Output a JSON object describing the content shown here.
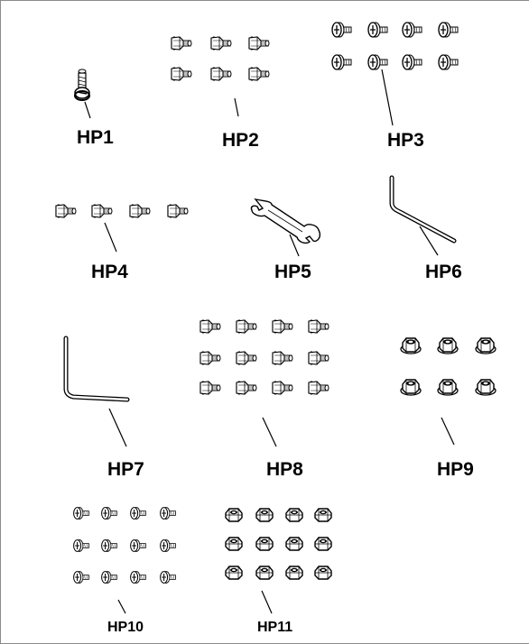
{
  "parts": [
    {
      "label": "HP1",
      "icon": "single-screw-icon",
      "depiction": "1 screw"
    },
    {
      "label": "HP2",
      "icon": "hex-bolt-icon",
      "depiction": "6 bolts"
    },
    {
      "label": "HP3",
      "icon": "phillips-screw-icon",
      "depiction": "8 screws"
    },
    {
      "label": "HP4",
      "icon": "hex-bolt-icon",
      "depiction": "4 bolts"
    },
    {
      "label": "HP5",
      "icon": "wrench-icon",
      "depiction": "1 wrench"
    },
    {
      "label": "HP6",
      "icon": "allen-key-icon",
      "depiction": "1 hex key"
    },
    {
      "label": "HP7",
      "icon": "allen-key-icon",
      "depiction": "1 hex key"
    },
    {
      "label": "HP8",
      "icon": "hex-bolt-icon",
      "depiction": "12 bolts"
    },
    {
      "label": "HP9",
      "icon": "flange-nut-icon",
      "depiction": "6 nuts"
    },
    {
      "label": "HP10",
      "icon": "phillips-screw-icon",
      "depiction": "12 screws"
    },
    {
      "label": "HP11",
      "icon": "lock-nut-icon",
      "depiction": "12 nuts"
    }
  ]
}
